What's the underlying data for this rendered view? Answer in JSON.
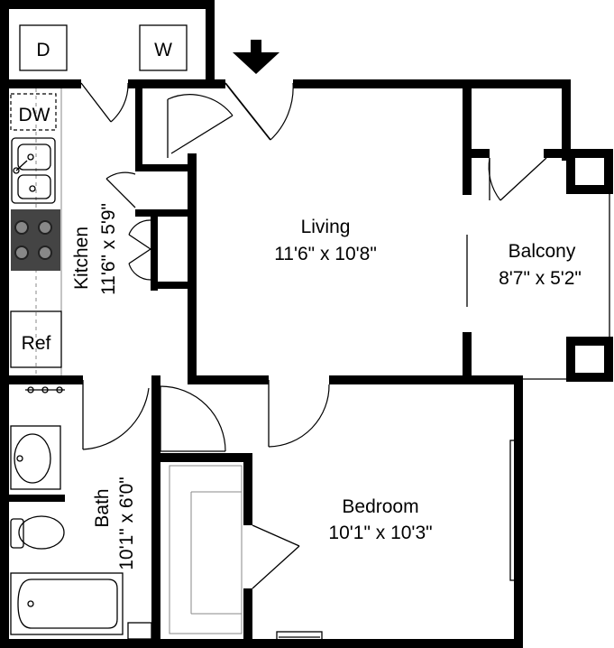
{
  "rooms": {
    "living": {
      "name": "Living",
      "dims": "11'6\" x 10'8\""
    },
    "balcony": {
      "name": "Balcony",
      "dims": "8'7\" x 5'2\""
    },
    "bedroom": {
      "name": "Bedroom",
      "dims": "10'1\" x 10'3\""
    },
    "kitchen": {
      "name": "Kitchen",
      "dims": "11'6\" x 5'9\""
    },
    "bath": {
      "name": "Bath",
      "dims": "10'1\" x 6'0\""
    }
  },
  "appliances": {
    "dryer": "D",
    "washer": "W",
    "dishwasher": "DW",
    "refrigerator": "Ref"
  },
  "icons": {
    "entry": "entry-arrow-icon"
  }
}
